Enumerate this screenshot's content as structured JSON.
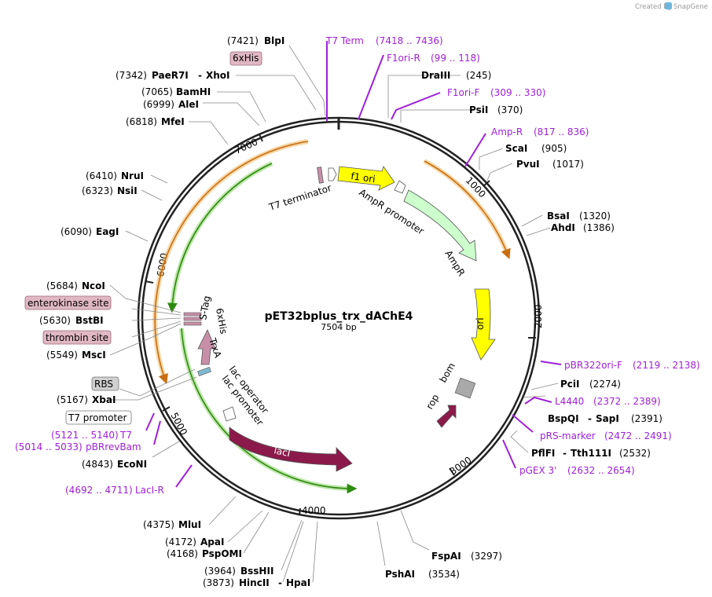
{
  "branding": {
    "created_by": "Created by",
    "app": "SnapGene"
  },
  "plasmid": {
    "name": "pET32bplus_trx_dAChE4",
    "length_label": "7504 bp"
  },
  "tick_labels": [
    "1000",
    "2000",
    "3000",
    "4000",
    "5000",
    "6000",
    "7000"
  ],
  "sites": [
    {
      "pos": "(7421)",
      "name": "BlpI"
    },
    {
      "pos": "(7342)",
      "name": "PaeR7I",
      "name2": "XhoI"
    },
    {
      "pos": "(7065)",
      "name": "BamHI"
    },
    {
      "pos": "(6999)",
      "name": "AleI"
    },
    {
      "pos": "(6818)",
      "name": "MfeI"
    },
    {
      "pos": "(6410)",
      "name": "NruI"
    },
    {
      "pos": "(6323)",
      "name": "NsiI"
    },
    {
      "pos": "(6090)",
      "name": "EagI"
    },
    {
      "pos": "(5684)",
      "name": "NcoI"
    },
    {
      "pos": "(5630)",
      "name": "BstBI"
    },
    {
      "pos": "(5549)",
      "name": "MscI"
    },
    {
      "pos": "(5167)",
      "name": "XbaI"
    },
    {
      "pos": "(4843)",
      "name": "EcoNI"
    },
    {
      "pos": "(4375)",
      "name": "MluI"
    },
    {
      "pos": "(4172)",
      "name": "ApaI"
    },
    {
      "pos": "(4168)",
      "name": "PspOMI"
    },
    {
      "pos": "(3964)",
      "name": "BssHII"
    },
    {
      "pos": "(3873)",
      "name": "HincII",
      "name2": "HpaI"
    },
    {
      "name": "DraIII",
      "pos": "(245)"
    },
    {
      "name": "PsiI",
      "pos": "(370)"
    },
    {
      "name": "ScaI",
      "pos": "(905)"
    },
    {
      "name": "PvuI",
      "pos": "(1017)"
    },
    {
      "name": "BsaI",
      "pos": "(1320)"
    },
    {
      "name": "AhdI",
      "pos": "(1386)"
    },
    {
      "name": "PciI",
      "pos": "(2274)"
    },
    {
      "name": "BspQI",
      "name2": "SapI",
      "pos": "(2391)"
    },
    {
      "name": "PflFI",
      "name2": "Tth111I",
      "pos": "(2532)"
    },
    {
      "name": "FspAI",
      "pos": "(3297)"
    },
    {
      "name": "PshAI",
      "pos": "(3534)"
    }
  ],
  "primers": [
    {
      "name": "T7 Term",
      "range": "(7418 .. 7436)"
    },
    {
      "name": "F1ori-R",
      "range": "(99 .. 118)"
    },
    {
      "name": "F1ori-F",
      "range": "(309 .. 330)"
    },
    {
      "name": "Amp-R",
      "range": "(817 .. 836)"
    },
    {
      "name": "pBR322ori-F",
      "range": "(2119 .. 2138)"
    },
    {
      "name": "L4440",
      "range": "(2372 .. 2389)"
    },
    {
      "name": "pRS-marker",
      "range": "(2472 .. 2491)"
    },
    {
      "name": "pGEX 3'",
      "range": "(2632 .. 2654)"
    },
    {
      "name": "T7",
      "range": "(5121 .. 5140)"
    },
    {
      "name": "pBRrevBam",
      "range": "(5014 .. 5033)"
    },
    {
      "name": "LacI-R",
      "range": "(4692 .. 4711)"
    }
  ],
  "boxed_labels": [
    "6xHis",
    "enterokinase site",
    "thrombin site",
    "RBS",
    "T7 promoter"
  ],
  "features": {
    "t7_terminator": "T7 terminator",
    "f1_ori": "f1 ori",
    "ampr_promoter": "AmpR promoter",
    "ampr": "AmpR",
    "ori": "ori",
    "bom": "bom",
    "rop": "rop",
    "laci": "lacI",
    "lac_promoter": "lac promoter",
    "lac_operator": "lac operator",
    "trxa": "TrxA",
    "sixhis_inner": "6xHis",
    "s_tag": "S-Tag"
  },
  "colors": {
    "backbone": "#222222",
    "f1_ori": "#ffff00",
    "ampr": "#ccffcc",
    "rop": "#8b1a4a",
    "laci": "#8b1a4a",
    "trxa": "#c890a8",
    "primer": "#a020d8",
    "orange_arc": "#f0a030",
    "green_arc": "#2d8a0e"
  }
}
